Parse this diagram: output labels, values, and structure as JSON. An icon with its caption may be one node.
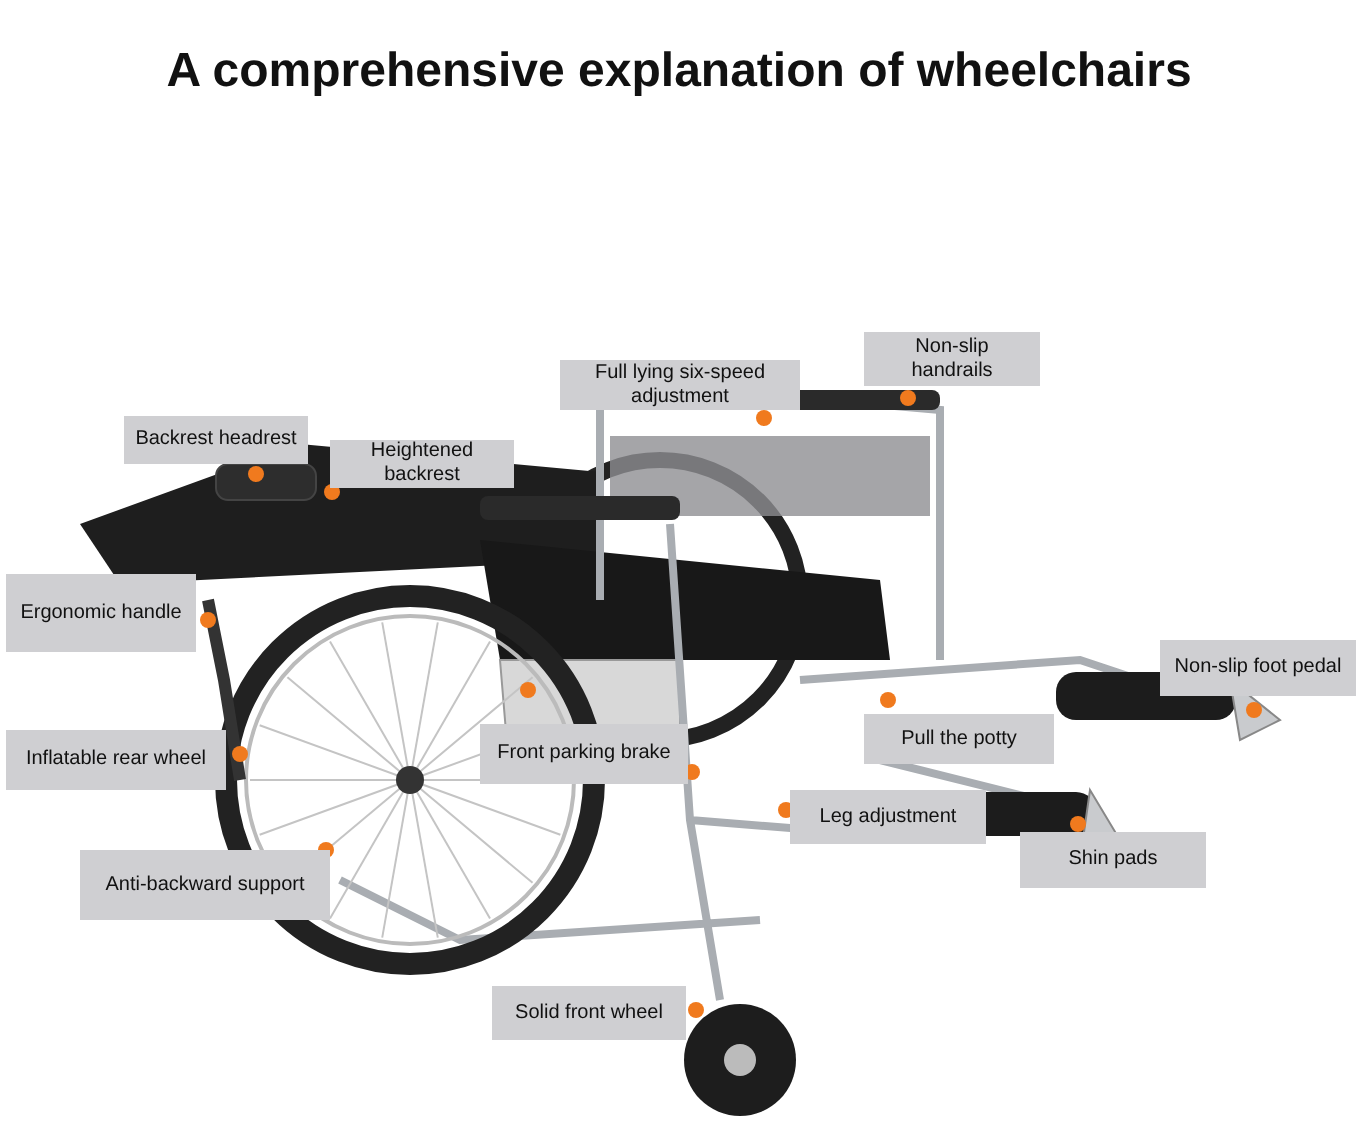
{
  "diagram": {
    "title": "A comprehensive explanation of wheelchairs",
    "labels": [
      "Non-slip handrails",
      "Full lying six-speed adjustment",
      "Backrest headrest",
      "Heightened backrest",
      "Ergonomic handle",
      "Non-slip foot pedal",
      "Pull the potty",
      "Inflatable rear wheel",
      "Front parking brake",
      "Leg adjustment",
      "Shin pads",
      "Anti-backward support",
      "Solid front wheel"
    ]
  }
}
